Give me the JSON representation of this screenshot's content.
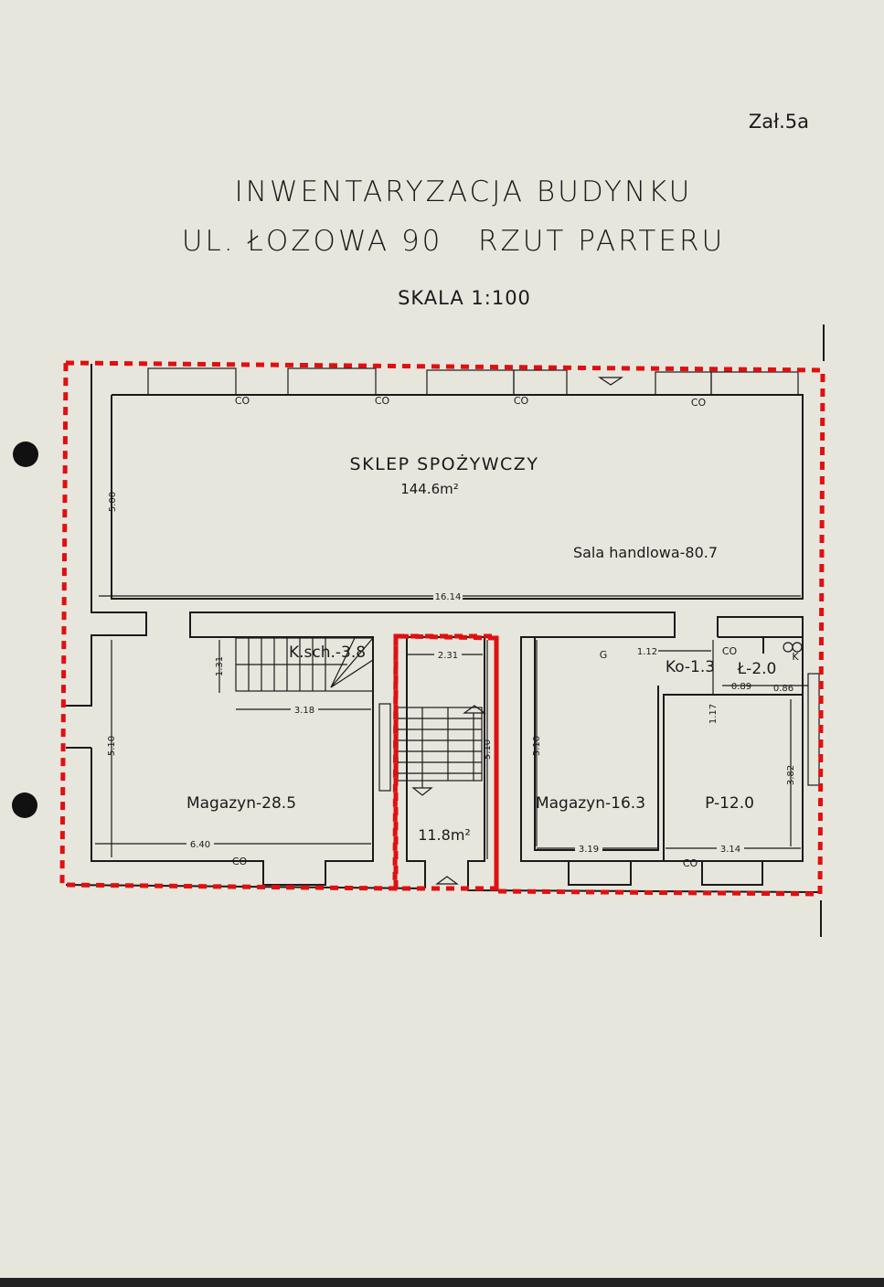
{
  "header": {
    "attachment": "Zał.5a",
    "title_line1": "INWENTARYZACJA BUDYNKU",
    "title_line2": "UL. ŁOZOWA 90   RZUT PARTERU",
    "scale": "SKALA 1:100"
  },
  "rooms": {
    "shop_name": "SKLEP SPOŻYWCZY",
    "shop_area": "144.6m²",
    "sales_hall": "Sala handlowa-80.7",
    "storage_left": "Magazyn-28.5",
    "stairwell_small": "K.sch.-3.8",
    "stair_area": "11.8m²",
    "storage_right": "Magazyn-16.3",
    "ko": "Ko-1.3",
    "wc": "Ł-2.0",
    "p": "P-12.0"
  },
  "dimensions": {
    "d500": "5.00",
    "d1614": "16.14",
    "d131": "1.31",
    "d318": "3.18",
    "d510a": "5.10",
    "d640": "6.40",
    "d231": "2.31",
    "d510b": "5.10",
    "d510c": "5.10",
    "d319": "3.19",
    "d112": "1.12",
    "d117": "1.17",
    "d089": "0.89",
    "d086": "0.86",
    "d382": "3.82",
    "d314": "3.14"
  },
  "symbols": {
    "co": "CO",
    "g": "G",
    "k": "K"
  },
  "colors": {
    "paper": "#e7e6dd",
    "ink": "#1a1a1a",
    "highlight": "#e01010"
  }
}
